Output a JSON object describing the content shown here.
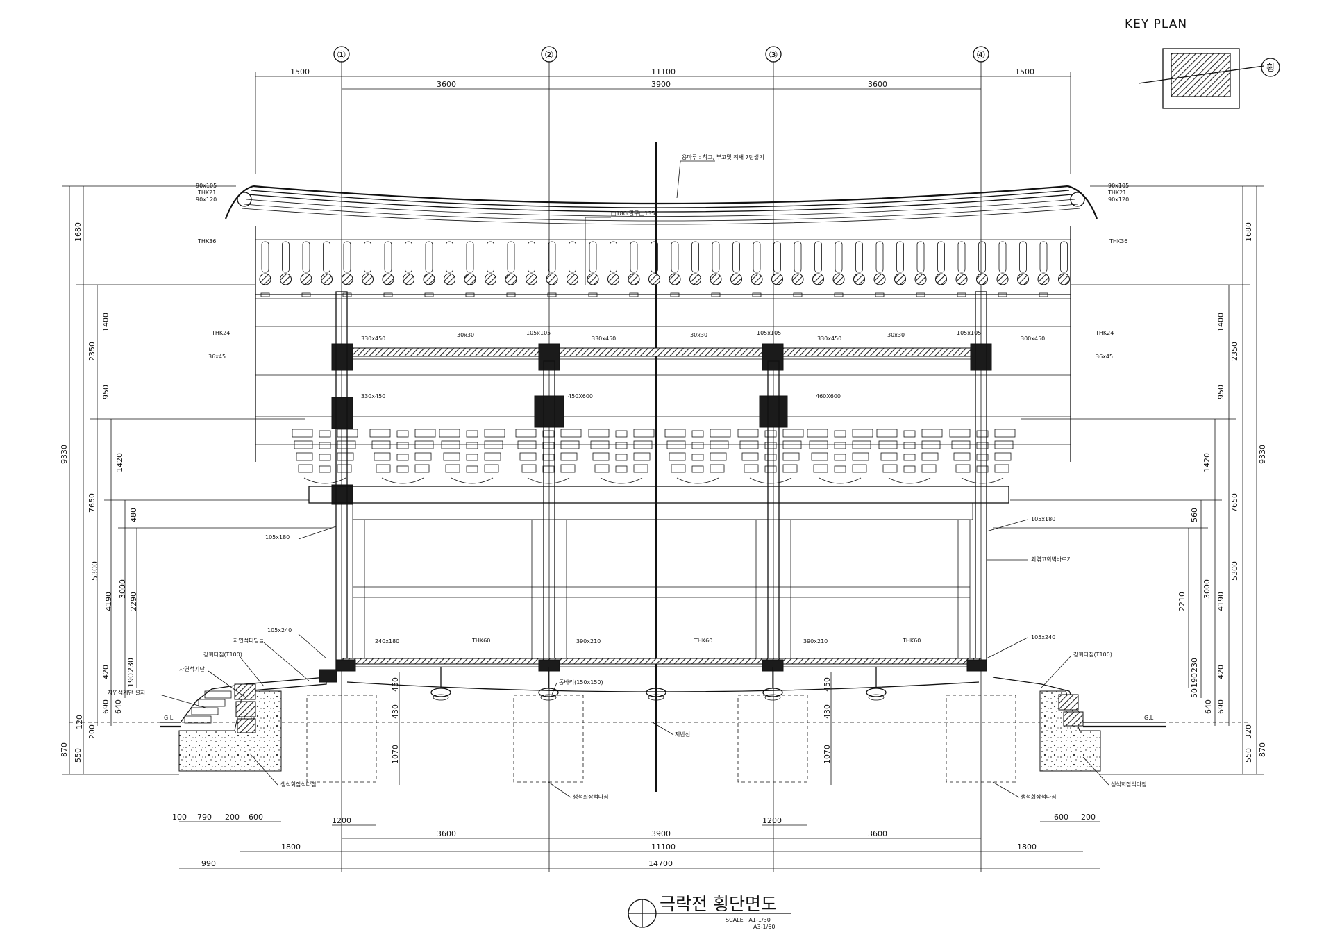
{
  "key_plan": {
    "title": "KEY PLAN",
    "marker": "횡"
  },
  "grid_labels": [
    "①",
    "②",
    "③",
    "④"
  ],
  "top_dims": {
    "overall": [
      "1500",
      "11100",
      "1500"
    ],
    "bays": [
      "3600",
      "3900",
      "3600"
    ]
  },
  "bottom_dims": {
    "bays": [
      "3600",
      "3900",
      "3600"
    ],
    "middle": [
      "1800",
      "11100",
      "1800"
    ],
    "overall": [
      "990",
      "14700"
    ],
    "left_steps": [
      "100",
      "790",
      "200",
      "600"
    ],
    "right_steps": [
      "600",
      "200"
    ],
    "footings": [
      "1200",
      "1200"
    ]
  },
  "left_dims": {
    "outer": [
      "9330",
      "870"
    ],
    "second": [
      "1680",
      "2350",
      "7650",
      "550"
    ],
    "third": [
      "1400",
      "950",
      "5300",
      "200",
      "120"
    ],
    "fourth": [
      "1420",
      "4190",
      "690",
      "640"
    ],
    "fifth": [
      "480",
      "3000",
      "420",
      "230",
      "190"
    ],
    "sixth": [
      "2290"
    ]
  },
  "right_dims": {
    "outer": [
      "9330",
      "870"
    ],
    "second": [
      "1680",
      "2350",
      "7650",
      "550"
    ],
    "third": [
      "1400",
      "950",
      "5300",
      "320"
    ],
    "fourth": [
      "1420",
      "4190",
      "690",
      "640"
    ],
    "fifth": [
      "560",
      "3000",
      "420",
      "230",
      "190",
      "50"
    ],
    "sixth": [
      "2210"
    ]
  },
  "foundation_dims": [
    "450",
    "430",
    "1070",
    "450",
    "430",
    "1070"
  ],
  "roof_notes_left": [
    "90x105",
    "THK21",
    "90x120",
    "THK36",
    "THK24",
    "36x45"
  ],
  "roof_notes_right": [
    "90x105",
    "THK21",
    "90x120",
    "THK36",
    "THK24",
    "36x45"
  ],
  "notes": {
    "roof_top": "용마루 : 착고, 부고및 적새 7단쌓기",
    "rafter": "□180(말구□135)",
    "beams": [
      "330x450",
      "30x30",
      "105x105",
      "330x450",
      "30x30",
      "105x105",
      "330x450",
      "30x30",
      "105x105",
      "300x450"
    ],
    "beam_low": [
      "330x450",
      "450X600",
      "460X600"
    ],
    "sill_left": "105x180",
    "sill_right": "105x180",
    "wall_right": "외엮고회벽바르기",
    "floor": [
      "105x240",
      "240x180",
      "THK60",
      "390x210",
      "THK60",
      "390x210",
      "THK60",
      "105x240"
    ],
    "left_base": [
      "자연석디딤돌",
      "강회다짐(T100)",
      "자연석기단",
      "자연석계단 설치",
      "G.L",
      "생석회잡석다짐"
    ],
    "right_base": [
      "강회다짐(T100)",
      "G.L",
      "생석회잡석다짐"
    ],
    "dongbari": "동바리(150x150)",
    "gl_center": "지반선",
    "footing_center": [
      "생석회잡석다짐",
      "생석회잡석다짐"
    ]
  },
  "title": "극락전 횡단면도",
  "scale": [
    "SCALE : A1-1/30",
    "A3-1/60"
  ]
}
